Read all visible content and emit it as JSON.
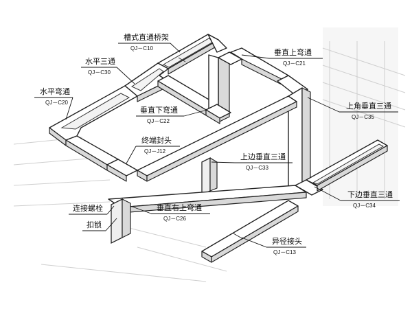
{
  "diagram": {
    "labels": [
      {
        "id": "trough-straight",
        "name": "槽式直通桥架",
        "code": "QJ－C10"
      },
      {
        "id": "horizontal-tee",
        "name": "水平三通",
        "code": "QJ－C30"
      },
      {
        "id": "horizontal-elbow",
        "name": "水平弯通",
        "code": "QJ－C20"
      },
      {
        "id": "vertical-up-elbow",
        "name": "垂直上弯通",
        "code": "QJ－C21"
      },
      {
        "id": "vertical-down-elbow",
        "name": "垂直下弯通",
        "code": "QJ－C22"
      },
      {
        "id": "top-corner-vertical-tee",
        "name": "上角垂直三通",
        "code": "QJ－C35"
      },
      {
        "id": "end-cap",
        "name": "终端封头",
        "code": "QJ－J12"
      },
      {
        "id": "top-edge-vertical-tee",
        "name": "上边垂直三通",
        "code": "QJ－C33"
      },
      {
        "id": "bottom-edge-vertical-tee",
        "name": "下边垂直三通",
        "code": "QJ－C34"
      },
      {
        "id": "connecting-bolt",
        "name": "连接螺栓",
        "code": ""
      },
      {
        "id": "buckle-lock",
        "name": "扣锁",
        "code": ""
      },
      {
        "id": "vertical-right-up-elbow",
        "name": "垂直右上弯通",
        "code": "QJ－C26"
      },
      {
        "id": "reducer",
        "name": "异径接头",
        "code": "QJ－C13"
      }
    ]
  }
}
